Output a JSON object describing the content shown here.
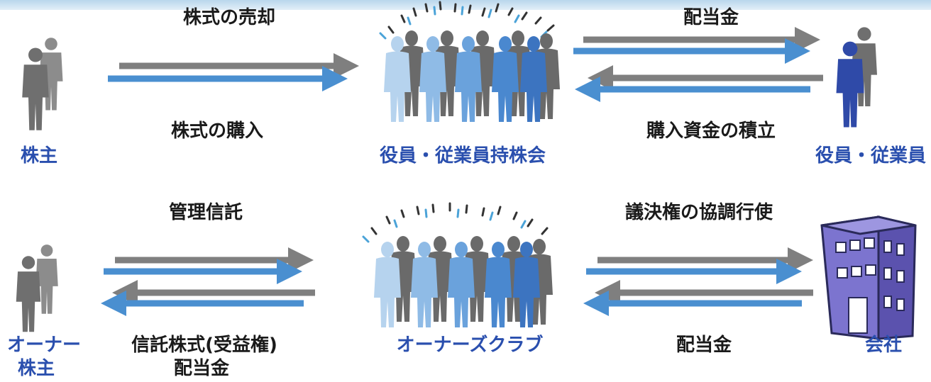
{
  "top_row": {
    "shareholder_label": "株主",
    "association_label": "役員・従業員持株会",
    "employees_label": "役員・従業員",
    "sale_label": "株式の売却",
    "purchase_label": "株式の購入",
    "dividend_label": "配当金",
    "savings_label": "購入資金の積立"
  },
  "bottom_row": {
    "owner_label": "オーナー",
    "owner_label_2": "株主",
    "club_label": "オーナーズクラブ",
    "company_label": "会社",
    "trust_label": "管理信託",
    "trust_shares_label": "信託株式(受益権)",
    "trust_dividend_label": "配当金",
    "voting_label": "議決権の協調行使",
    "company_dividend_label": "配当金"
  },
  "colors": {
    "label_blue": "#2a4fae",
    "arrow_gray": "#7f7f7f",
    "arrow_blue": "#4a8fd0",
    "person_gray": "#6f6f6f",
    "building_purple": "#7c74cf"
  },
  "icons": [
    "businessman-pair-icon",
    "crowd-icon",
    "employee-pair-icon",
    "office-building-icon"
  ]
}
